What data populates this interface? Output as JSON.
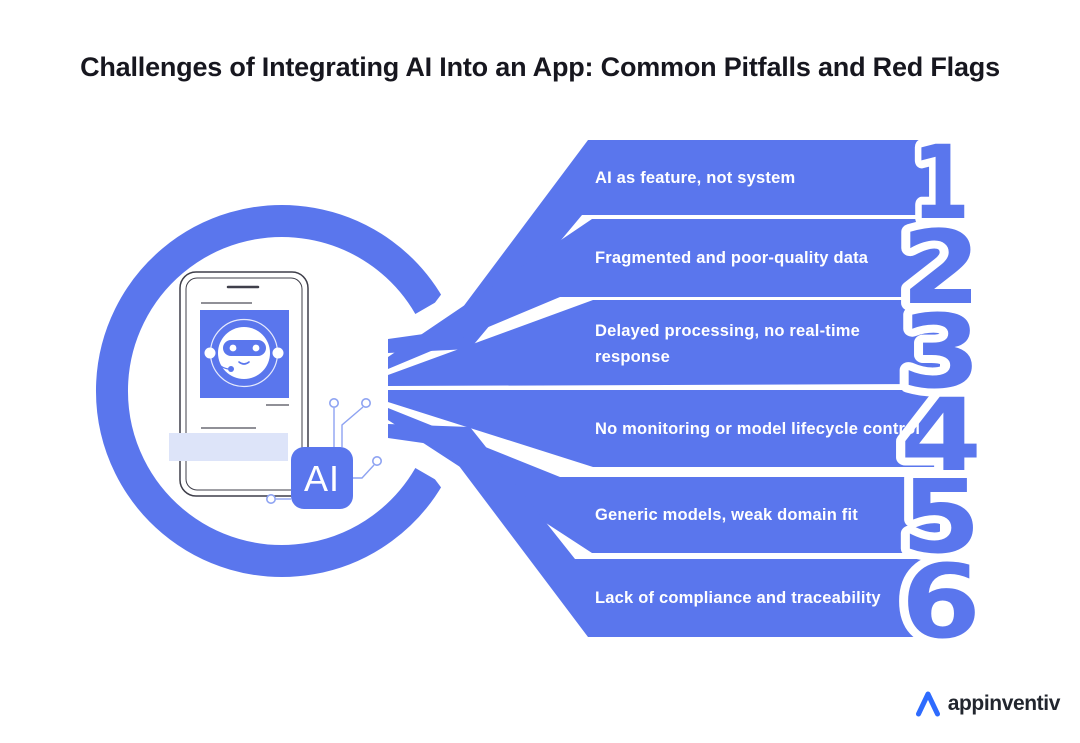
{
  "title": "Challenges of Integrating AI Into an App: Common Pitfalls and Red Flags",
  "items": [
    {
      "number": "1",
      "label": "AI as feature, not system"
    },
    {
      "number": "2",
      "label": "Fragmented and poor-quality data"
    },
    {
      "number": "3",
      "label": "Delayed processing, no real-time response"
    },
    {
      "number": "4",
      "label": "No monitoring or model lifecycle control"
    },
    {
      "number": "5",
      "label": "Generic models, weak domain fit"
    },
    {
      "number": "6",
      "label": "Lack of compliance and traceability"
    }
  ],
  "illustration": {
    "ai_chip_label": "AI"
  },
  "footer": {
    "brand": "appinventiv"
  },
  "colors": {
    "accent": "#5a76ed",
    "light_bar": "#dde4f9",
    "phone_outline": "#3f3f4a",
    "circuit_line": "#8ea3f2",
    "title_text": "#17171f",
    "logo_blue": "#2e6bfe",
    "brand_text": "#22262e"
  }
}
